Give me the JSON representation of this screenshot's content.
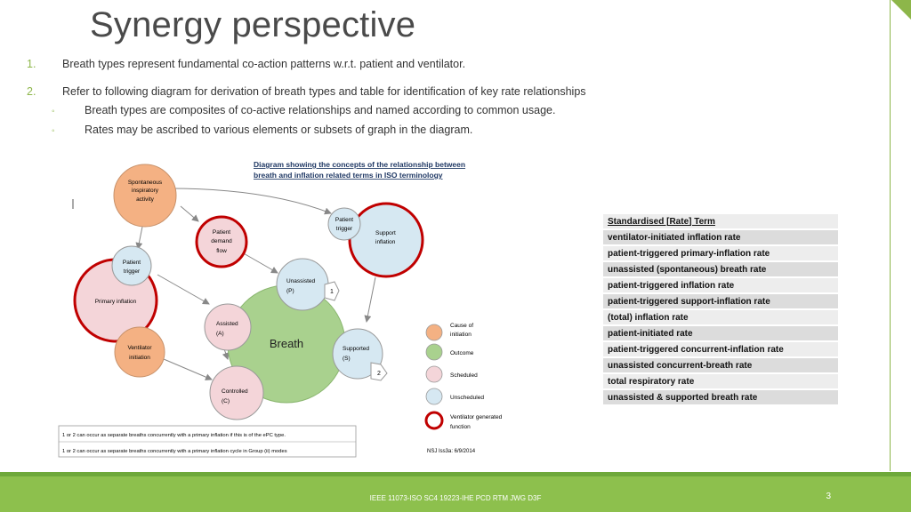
{
  "slide": {
    "title": "Synergy perspective",
    "bullets": [
      {
        "num": "1.",
        "text": "Breath types represent fundamental co-action patterns w.r.t. patient and ventilator."
      },
      {
        "num": "2.",
        "text": "Refer to following diagram for derivation of breath types and  table for identification of key rate relationships"
      }
    ],
    "subbullets": [
      {
        "dot": "◦",
        "text": "Breath types are composites of co-active relationships and named according to common usage."
      },
      {
        "dot": "◦",
        "text": "Rates may be ascribed to various elements or subsets of graph in the diagram."
      }
    ]
  },
  "diagram": {
    "heading_line1": "Diagram showing the concepts of the relationship between",
    "heading_line2": "breath and inflation related terms in ISO terminology",
    "nodes": {
      "spontaneous": [
        "Spontaneous",
        "inspiratory",
        "activity"
      ],
      "patient_demand": [
        "Patient",
        "demand",
        "flow"
      ],
      "patient_trigger_top": [
        "Patient",
        "trigger"
      ],
      "support_inflation": [
        "Support",
        "inflation"
      ],
      "patient_trigger_left": [
        "Patient",
        "trigger"
      ],
      "primary_inflation": [
        "Primary inflation"
      ],
      "unassisted": [
        "Unassisted",
        "(P)"
      ],
      "breath": [
        "Breath"
      ],
      "assisted": [
        "Assisted",
        "(A)"
      ],
      "supported": [
        "Supported",
        "(S)"
      ],
      "ventilator_initiation": [
        "Ventilator",
        "initiation"
      ],
      "controlled": [
        "Controlled",
        "(C)"
      ]
    },
    "callout1": "1",
    "callout2": "2",
    "legend": [
      {
        "label": [
          "Cause of",
          "initiation"
        ],
        "color": "#f4b183"
      },
      {
        "label": [
          "Outcome"
        ],
        "color": "#a9d18e"
      },
      {
        "label": [
          "Scheduled"
        ],
        "color": "#f4d5d9"
      },
      {
        "label": [
          "Unscheduled"
        ],
        "color": "#d6e8f2"
      },
      {
        "label": [
          "Ventilator generated",
          "function"
        ],
        "color": "#c00000"
      }
    ],
    "notes": [
      "1 or 2 can occur as separate breaths concurrently with a primary inflation if this is of the ePC type.",
      "1 or 2 can occur as separate breaths concurrently with a primary inflation cycle in Group (ii) modes"
    ],
    "signature": "NSJ Iss3a: 6/9/2014"
  },
  "table": {
    "header": "Standardised  [Rate] Term",
    "rows": [
      "ventilator-initiated inflation rate",
      "patient-triggered primary-inflation rate",
      "unassisted (spontaneous) breath rate",
      "patient-triggered inflation rate",
      "patient-triggered support-inflation rate",
      "(total) inflation rate",
      "patient-initiated rate",
      "patient-triggered concurrent-inflation rate",
      "unassisted concurrent-breath rate",
      "total respiratory rate",
      "unassisted & supported breath rate"
    ]
  },
  "footer": {
    "text": "IEEE 11073-ISO SC4 19223-IHE PCD RTM JWG D3F",
    "page": "3"
  },
  "colors": {
    "accent": "#8dc04d",
    "cause": "#f4b183",
    "outcome": "#a9d18e",
    "scheduled": "#f4d5d9",
    "unscheduled": "#d6e8f2",
    "ventilator": "#c00000"
  }
}
